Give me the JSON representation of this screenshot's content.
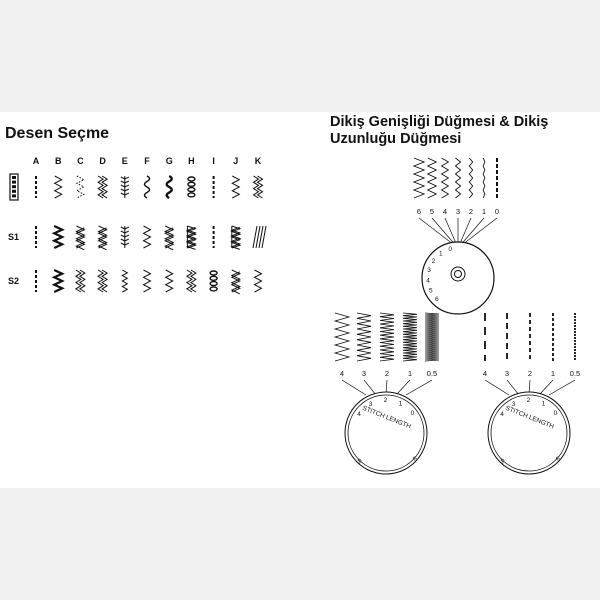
{
  "left": {
    "title": "Desen Seçme",
    "columns": [
      "A",
      "B",
      "C",
      "D",
      "E",
      "F",
      "G",
      "H",
      "I",
      "J",
      "K"
    ],
    "rows": [
      "",
      "S1",
      "S2"
    ]
  },
  "right": {
    "title_line1": "Dikiş Genişliği Düğmesi & Dikiş",
    "title_line2": "Uzunluğu Düğmesi",
    "width_values": [
      "6",
      "5",
      "4",
      "3",
      "2",
      "1",
      "0"
    ],
    "width_dial_marks": [
      "6",
      "5",
      "4",
      "3",
      "2",
      "1",
      "0"
    ],
    "length_values": [
      "4",
      "3",
      "2",
      "1",
      "0.5"
    ],
    "length_dial_marks": [
      "4",
      "3",
      "2",
      "1",
      "0"
    ],
    "dial_label": "STITCH LENGTH",
    "dial_s_label": "S"
  }
}
